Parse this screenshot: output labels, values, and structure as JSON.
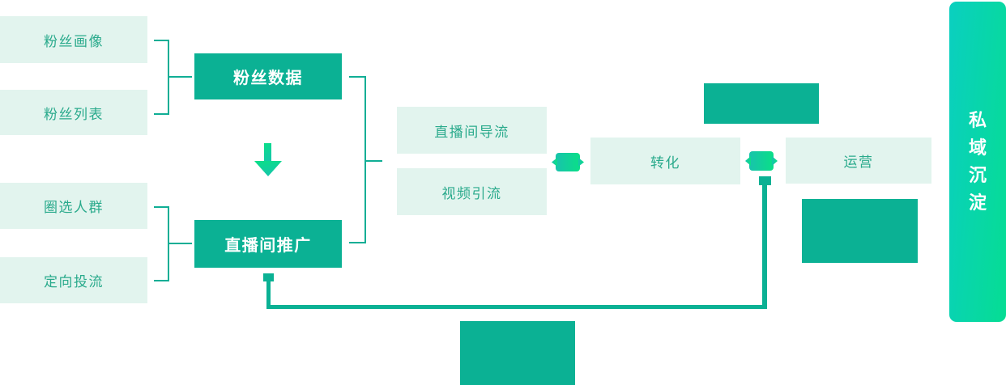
{
  "nodes": {
    "fan_portrait": "粉丝画像",
    "fan_list": "粉丝列表",
    "audience_selection": "圈选人群",
    "targeted_traffic": "定向投流",
    "fan_data": "粉丝数据",
    "live_room_promotion": "直播间推广",
    "live_room_diversion": "直播间导流",
    "video_traffic": "视频引流",
    "conversion": "转化",
    "operation": "运营",
    "private_domain": "私域沉淀",
    "private_domain_chars": [
      "私",
      "域",
      "沉",
      "淀"
    ]
  },
  "icons": {
    "down_arrow": "down-arrow",
    "two_way_arrow_left": "two-way-arrow",
    "two_way_arrow_right": "two-way-arrow"
  },
  "colors": {
    "dark_box": "#0bb194",
    "light_box": "#e2f4ee",
    "light_box_text": "#2aaa8c",
    "bracket_line": "#10ae95",
    "icon_gradient_start": "#18c3ac",
    "icon_gradient_end": "#0adf87",
    "panel_gradient_start": "#0acfc0",
    "panel_gradient_end": "#06dd93",
    "dark_box_text": "#ffffff"
  }
}
